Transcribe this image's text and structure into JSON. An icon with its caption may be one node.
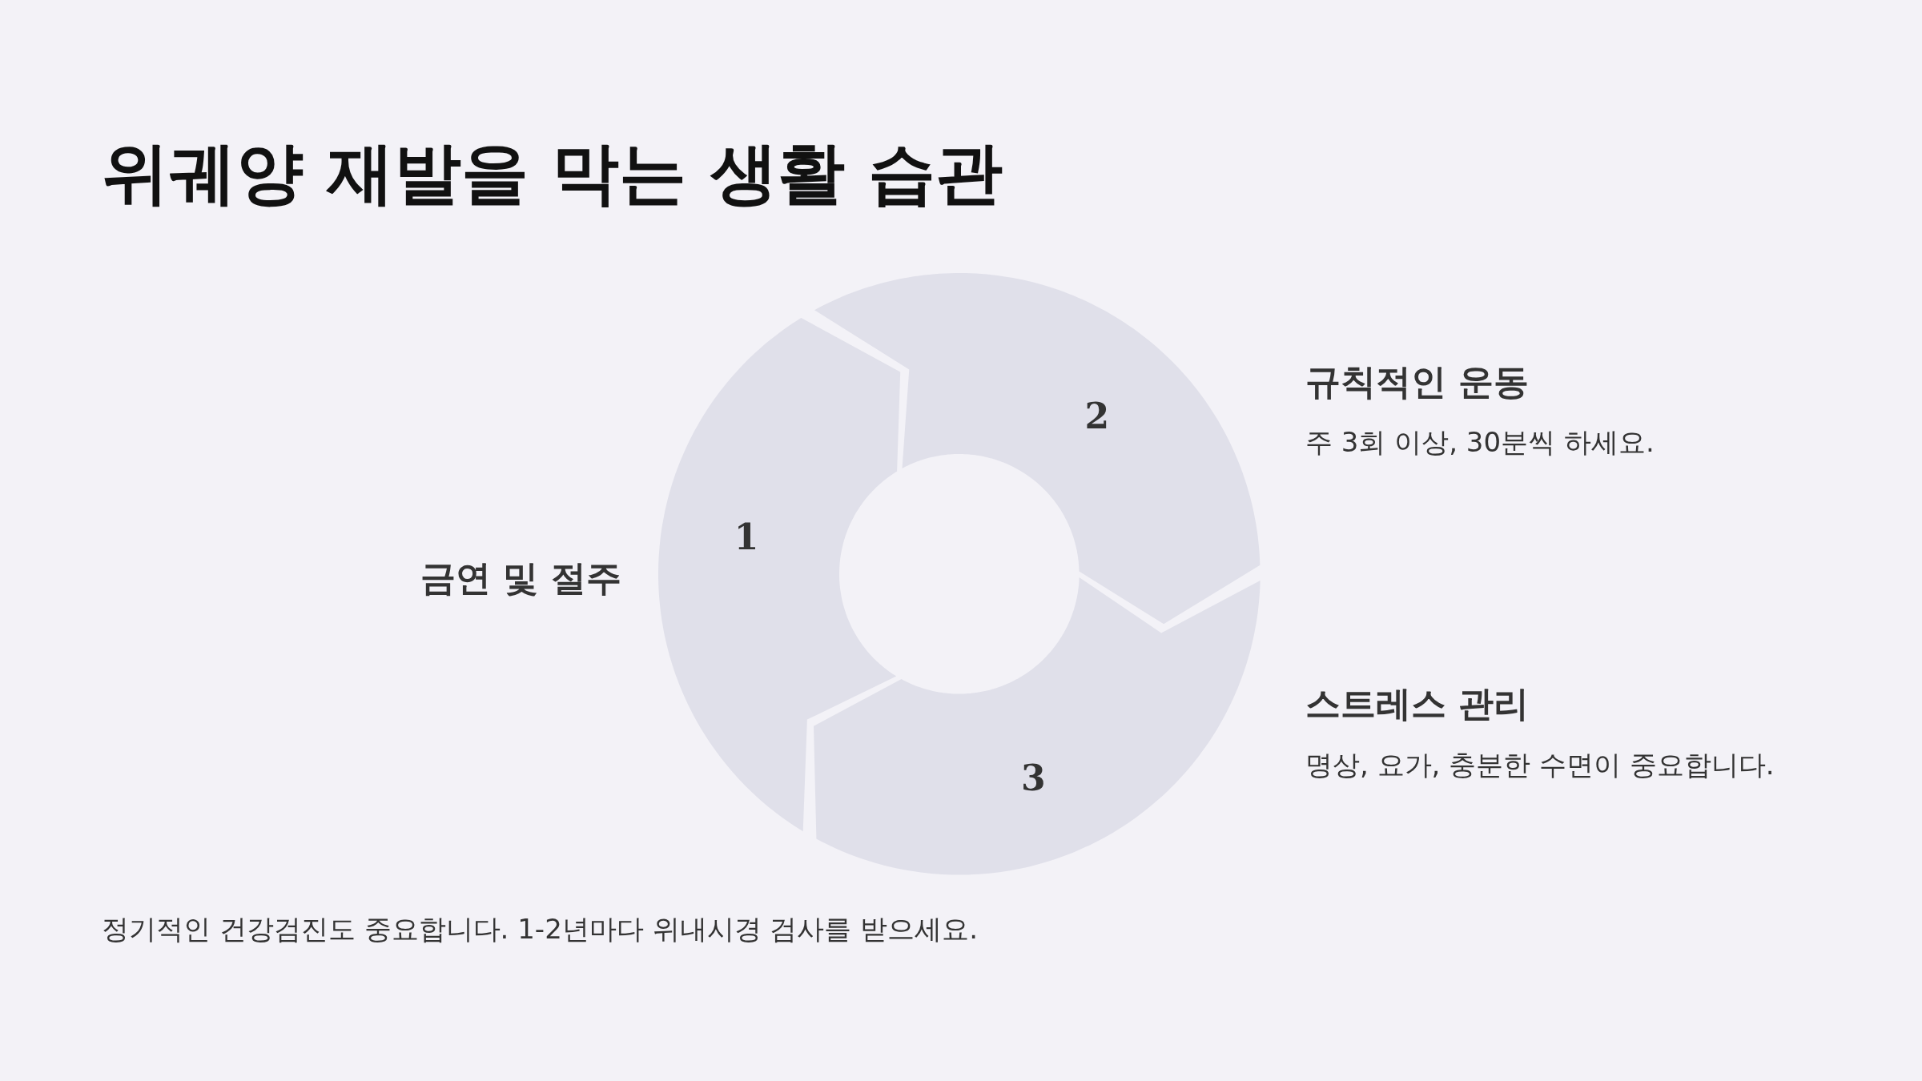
{
  "diagram": {
    "title": "위궤양 재발을 막는 생활 습관",
    "caption": "정기적인 건강검진도 중요합니다. 1-2년마다 위내시경 검사를 받으세요.",
    "nodes": [
      {
        "text": [
          "1"
        ],
        "beside": [
          "금연 및 절주"
        ]
      },
      {
        "text": [
          "2"
        ],
        "beside": [
          "규칙적인 운동",
          "주 3회 이상, 30분씩 하세요."
        ]
      },
      {
        "text": [
          "3"
        ],
        "beside": [
          "스트레스 관리",
          "명상, 요가, 충분한 수면이 중요합니다."
        ]
      }
    ]
  }
}
